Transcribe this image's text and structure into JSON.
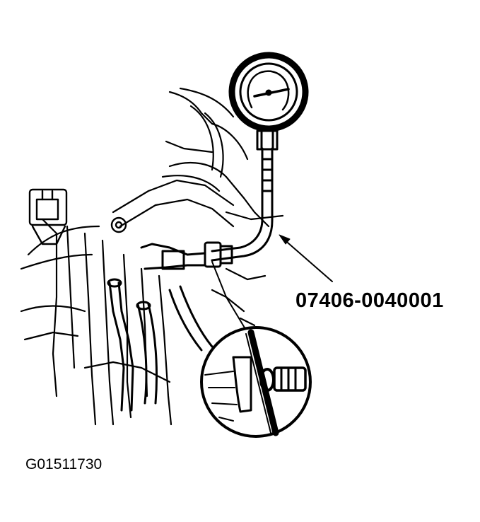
{
  "diagram": {
    "part_number_label": "07406-0040001",
    "figure_id": "G01511730",
    "components": {
      "gauge": "pressure-gauge",
      "hose": "gauge-hose",
      "detail": "fitting-detail-inset"
    },
    "colors": {
      "ink": "#000000",
      "paper": "#ffffff"
    }
  }
}
